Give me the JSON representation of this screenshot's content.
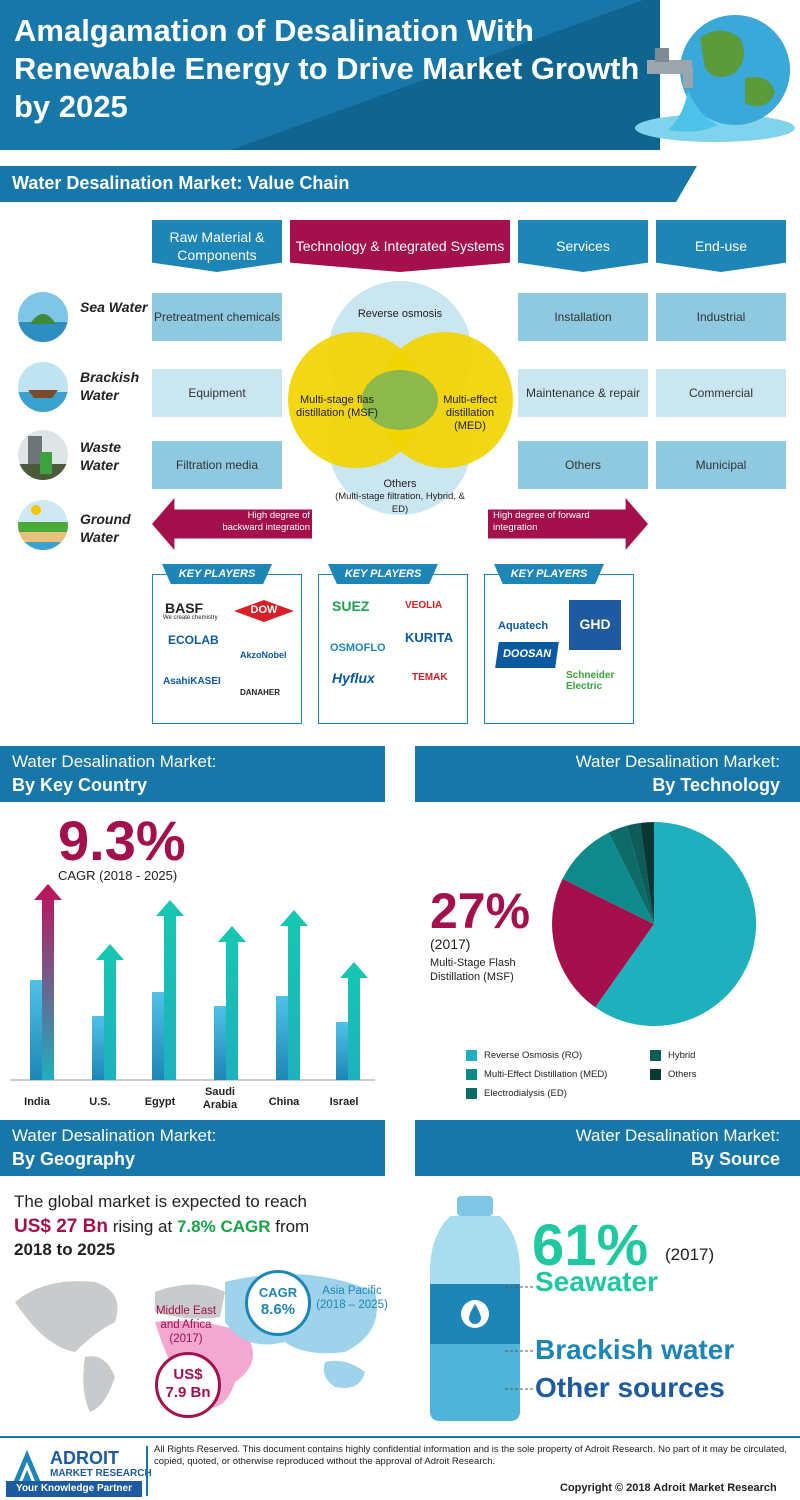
{
  "header": {
    "title": "Amalgamation of Desalination With Renewable Energy to Drive Market Growth by 2025"
  },
  "value_chain": {
    "section_title": "Water Desalination Market: Value Chain",
    "columns": [
      "Raw Material & Components",
      "Technology & Integrated Systems",
      "Services",
      "End-use"
    ],
    "sources": [
      "Sea Water",
      "Brackish Water",
      "Waste Water",
      "Ground Water"
    ],
    "raw_materials": [
      "Pretreatment chemicals",
      "Equipment",
      "Filtration media"
    ],
    "technologies": {
      "top": "Reverse osmosis",
      "left": "Multi-stage flas distillation (MSF)",
      "right": "Multi-effect distillation (MED)",
      "bottom": "Others",
      "bottom_sub": "(Multi-stage filtration, Hybrid, & ED)"
    },
    "services": [
      "Installation",
      "Maintenance & repair",
      "Others"
    ],
    "end_use": [
      "Industrial",
      "Commercial",
      "Municipal"
    ],
    "arrow_left": "High degree of backward integration",
    "arrow_right": "High degree of forward integration",
    "key_players_label": "KEY PLAYERS",
    "players_raw": [
      "BASF",
      "We create chemistry",
      "DOW",
      "ECOLAB",
      "AkzoNobel",
      "AsahiKASEI",
      "DANAHER"
    ],
    "players_tech": [
      "SUEZ",
      "VEOLIA",
      "OSMOFLO",
      "KURITA",
      "Hyflux",
      "TEMAK"
    ],
    "players_services": [
      "Aquatech",
      "GHD",
      "DOOSAN",
      "Schneider Electric"
    ]
  },
  "country": {
    "title_l1": "Water Desalination Market:",
    "title_l2": "By Key Country",
    "cagr_value": "9.3%",
    "cagr_label": "CAGR (2018 - 2025)",
    "countries": [
      "India",
      "U.S.",
      "Egypt",
      "Saudi Arabia",
      "China",
      "Israel"
    ]
  },
  "technology": {
    "title_l1": "Water Desalination Market:",
    "title_l2": "By Technology",
    "big_value": "27%",
    "year": "(2017)",
    "label": "Multi-Stage Flash Distillation (MSF)",
    "legend": [
      "Reverse Osmosis (RO)",
      "Multi-Effect Distillation (MED)",
      "Electrodialysis (ED)",
      "Hybrid",
      "Others"
    ],
    "colors": [
      "#1fb0be",
      "#a3104c",
      "#0f8a8a",
      "#0d5c5a",
      "#0a3834"
    ]
  },
  "geography": {
    "title_l1": "Water Desalination Market:",
    "title_l2": "By Geography",
    "text_l1": "The global market is expected to reach",
    "value": "US$ 27 Bn",
    "text_mid": " rising at ",
    "cagr": "7.8% CAGR",
    "text_end": " from",
    "years": "2018 to 2025",
    "mea_label": "Middle East and Africa (2017)",
    "mea_value_l1": "US$",
    "mea_value_l2": "7.9 Bn",
    "apac_cagr_label": "CAGR",
    "apac_cagr_value": "8.6%",
    "apac_label": "Asia Pacific (2018 – 2025)"
  },
  "source": {
    "title_l1": "Water Desalination Market:",
    "title_l2": "By Source",
    "big_value": "61%",
    "year": "(2017)",
    "items": [
      "Seawater",
      "Brackish water",
      "Other sources"
    ]
  },
  "footer": {
    "logo_l1": "ADROIT",
    "logo_l2": "MARKET RESEARCH",
    "tagline": "Your Knowledge Partner",
    "disclaimer": "All Rights Reserved. This document contains highly confidential information and is the sole property of Adroit Research. No part of it may be circulated, copied, quoted, or otherwise reproduced without the approval of Adroit Research.",
    "copyright": "Copyright © 2018 Adroit Market Research"
  }
}
